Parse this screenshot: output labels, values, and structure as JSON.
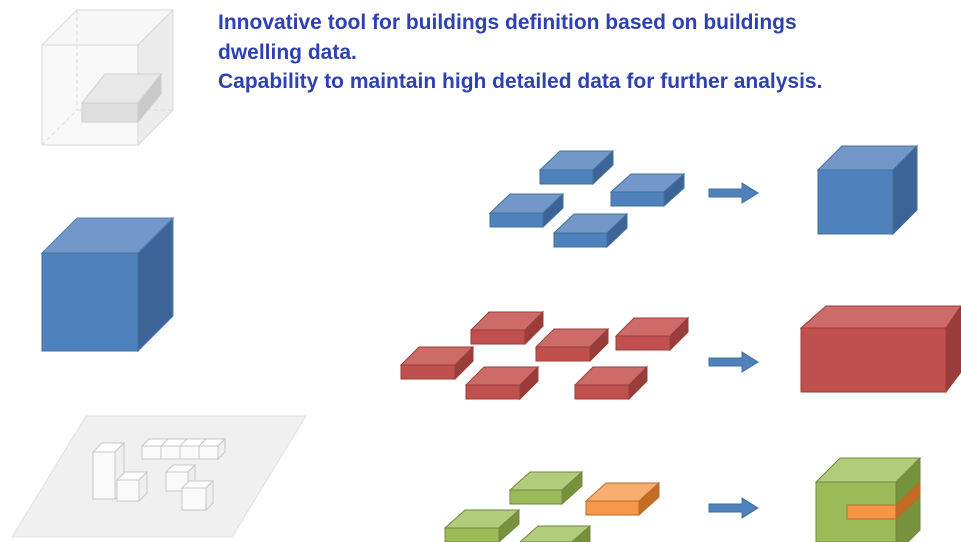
{
  "headline": {
    "line1": "Innovative tool for buildings definition based on buildings",
    "line2": "dwelling data.",
    "line3": "Capability to maintain high detailed data for further analysis."
  },
  "colors": {
    "heading": "#2e41b0",
    "blue": "#4f81bd",
    "red": "#c0504d",
    "green": "#9bbb59",
    "orange": "#f79646",
    "arrow": "#4f81bd",
    "ghost": "#f0f0f0"
  },
  "groups": [
    {
      "name": "blue-dwellings",
      "tiles": 4,
      "result": "blue-building-block"
    },
    {
      "name": "red-dwellings",
      "tiles": 6,
      "result": "red-building-block"
    },
    {
      "name": "green-dwellings",
      "tiles": 4,
      "highlighted_tiles": 1,
      "result": "green-building-block-with-orange-dwelling"
    }
  ]
}
